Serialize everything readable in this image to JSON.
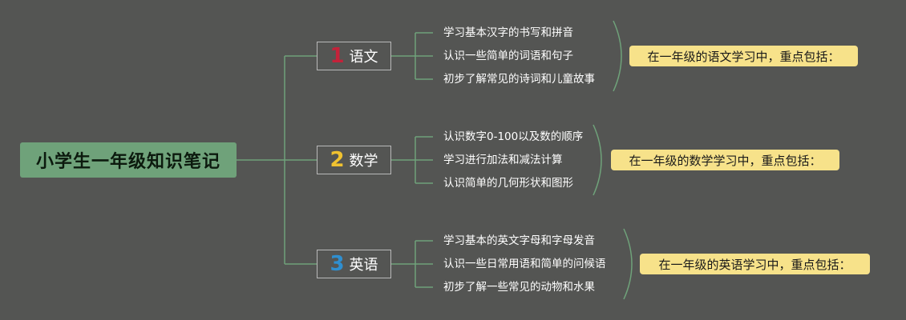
{
  "root": {
    "title": "小学生一年级知识笔记"
  },
  "branches": [
    {
      "number": "1",
      "label": "语文",
      "number_color": "#c4223a",
      "items": [
        "学习基本汉字的书写和拼音",
        "认识一些简单的词语和句子",
        "初步了解常见的诗词和儿童故事"
      ],
      "note": "在一年级的语文学习中，重点包括："
    },
    {
      "number": "2",
      "label": "数学",
      "number_color": "#f0c230",
      "items": [
        "认识数字0-100以及数的顺序",
        "学习进行加法和减法计算",
        "认识简单的几何形状和图形"
      ],
      "note": "在一年级的数学学习中，重点包括："
    },
    {
      "number": "3",
      "label": "英语",
      "number_color": "#2f8fd0",
      "items": [
        "学习基本的英文字母和字母发音",
        "认识一些日常用语和简单的问候语",
        "初步了解一些常见的动物和水果"
      ],
      "note": "在一年级的英语学习中，重点包括："
    }
  ],
  "colors": {
    "background": "#545553",
    "root_fill": "#6fa27a",
    "connector": "#6fa27a",
    "note_fill": "#f7e28a"
  }
}
